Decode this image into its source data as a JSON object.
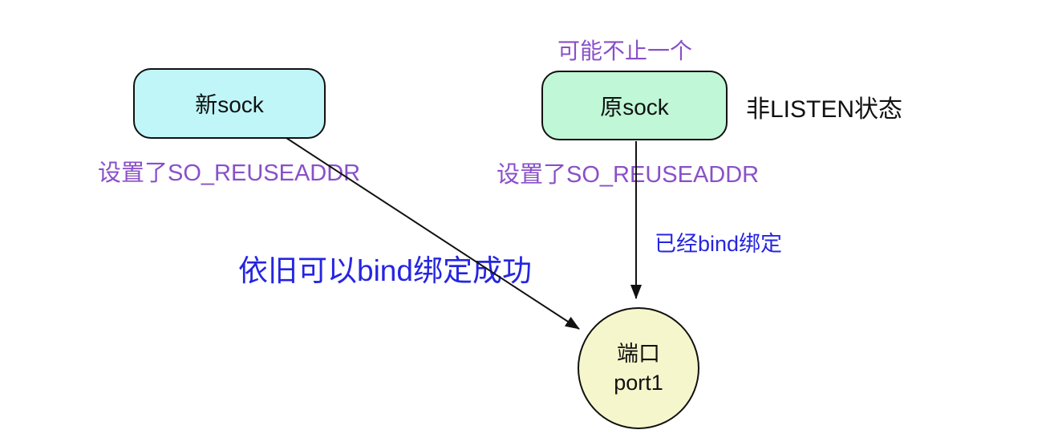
{
  "diagram": {
    "nodes": {
      "new_sock": {
        "label": "新sock",
        "fill": "#c0f6f8"
      },
      "orig_sock": {
        "label": "原sock",
        "fill": "#c0f7d6"
      },
      "port": {
        "line1": "端口",
        "line2": "port1",
        "fill": "#f6f6cc"
      }
    },
    "labels": {
      "maybe_more_than_one": "可能不止一个",
      "non_listen_state": "非LISTEN状态",
      "set_reuseaddr_left": "设置了SO_REUSEADDR",
      "set_reuseaddr_right": "设置了SO_REUSEADDR",
      "still_bind_success": "依旧可以bind绑定成功",
      "already_bind": "已经bind绑定"
    },
    "colors": {
      "purple": "#8950c8",
      "blue": "#2525e2",
      "outline": "#111111"
    }
  }
}
